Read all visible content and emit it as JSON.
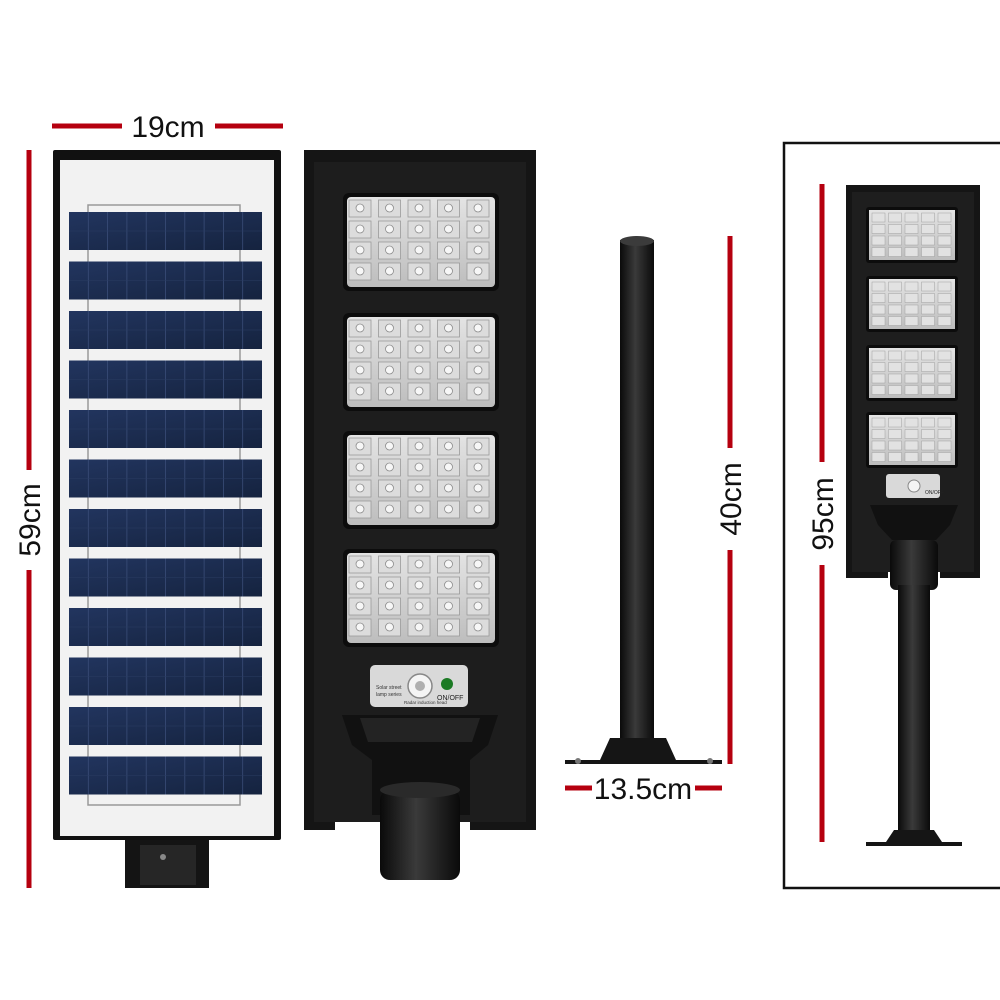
{
  "dimensions": {
    "panel_width": "19cm",
    "panel_height": "59cm",
    "pole_height": "40cm",
    "bracket_width": "13.5cm",
    "total_height": "95cm"
  },
  "sensor_panel": {
    "text_line1": "Solar street",
    "text_line2": "lamp series",
    "text_line3": "Radar induction head",
    "switch_label": "ON/OFF"
  },
  "colors": {
    "dimension_line": "#b5000f",
    "housing": "#151515",
    "solar_cell": "#1c2d52",
    "led_panel": "#cfcfcf",
    "frame_border": "#111111"
  },
  "icons": [
    "solar-panel-icon",
    "led-module-icon",
    "motion-sensor-icon",
    "mounting-pole-icon"
  ]
}
